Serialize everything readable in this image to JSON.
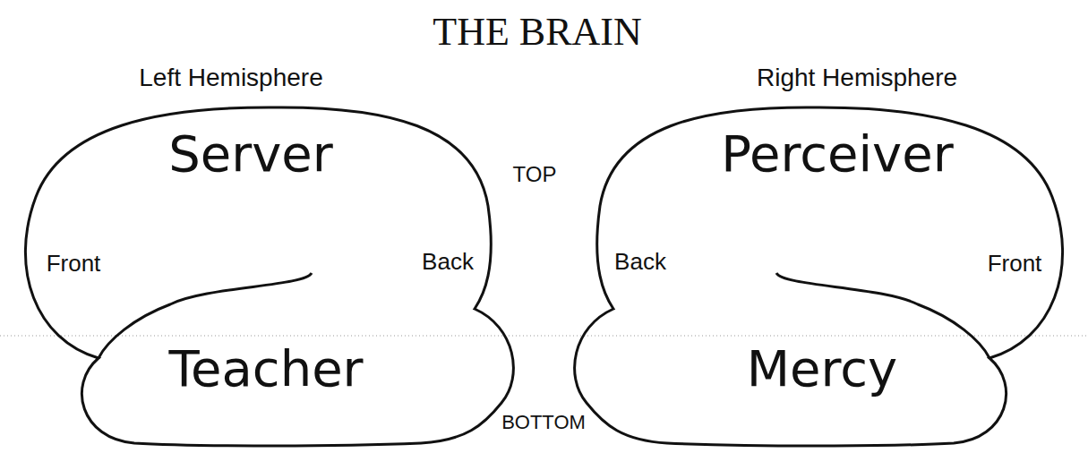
{
  "diagram": {
    "title": "THE BRAIN",
    "nodes": [
      {
        "text": [
          "Left Hemisphere",
          "Server",
          "Front",
          "Back",
          "Teacher"
        ]
      },
      {
        "text": [
          "Right Hemisphere",
          "Perceiver",
          "Back",
          "Front",
          "Mercy"
        ]
      }
    ],
    "labels": [
      "TOP",
      "BOTTOM"
    ]
  }
}
